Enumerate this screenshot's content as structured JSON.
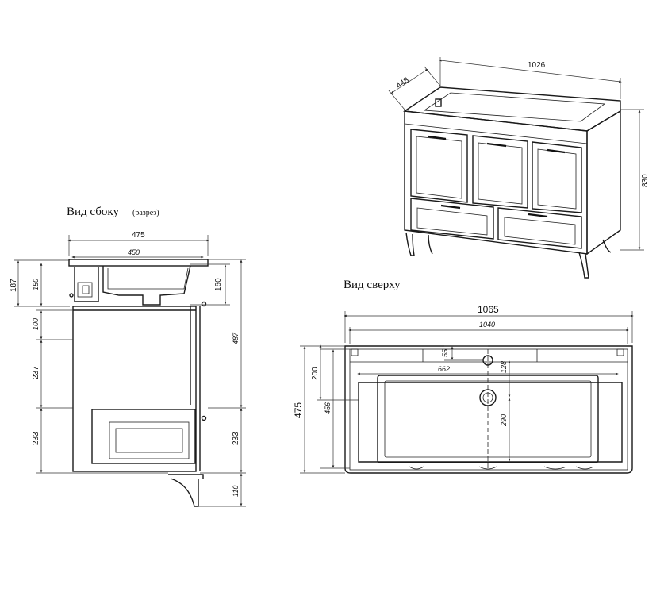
{
  "labels": {
    "side_view": "Вид сбоку",
    "side_view_note": "(разрез)",
    "top_view": "Вид сверху"
  },
  "dimensions": {
    "iso_width": "1026",
    "iso_depth": "448",
    "iso_height": "830",
    "side_width_outer": "475",
    "side_width_inner": "450",
    "side_h_187": "187",
    "side_h_150": "150",
    "side_h_160": "160",
    "side_h_100": "100",
    "side_h_237": "237",
    "side_h_233_left": "233",
    "side_h_487": "487",
    "side_h_233_right": "233",
    "side_h_110": "110",
    "top_width_outer": "1065",
    "top_width_inner": "1040",
    "top_depth_outer": "475",
    "top_h_200": "200",
    "top_h_456": "456",
    "top_h_55": "55",
    "top_w_662": "662",
    "top_h_128": "128",
    "top_h_290": "290"
  }
}
